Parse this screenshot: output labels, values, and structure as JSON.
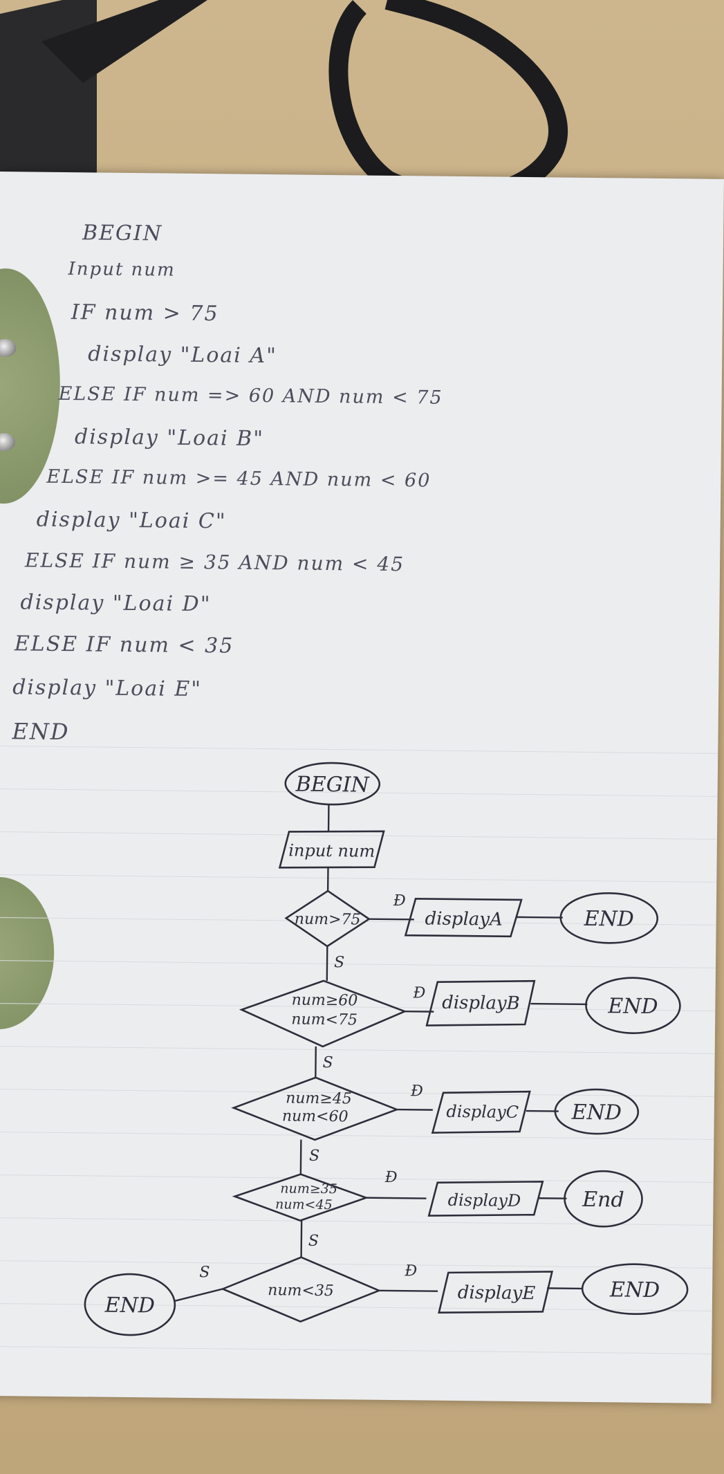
{
  "pseudocode": [
    "BEGIN",
    "Input   num",
    "IF num > 75",
    "display \"Loai A\"",
    "ELSE IF num => 60 AND num < 75",
    "display \"Loai B\"",
    "ELSE IF num >= 45 AND num < 60",
    "display \"Loai C\"",
    "ELSE IF num ≥ 35 AND num < 45",
    "display \"Loai D\"",
    "ELSE IF num < 35",
    "display \"Loai E\"",
    "END"
  ],
  "flowchart": {
    "begin": "BEGIN",
    "input": "input num",
    "decisions": [
      {
        "lines": [
          "num>75"
        ],
        "yes": "Đ",
        "no": "S",
        "display": "displayA",
        "end": "END"
      },
      {
        "lines": [
          "num≥60",
          "num<75"
        ],
        "yes": "Đ",
        "no": "S",
        "display": "displayB",
        "end": "END"
      },
      {
        "lines": [
          "num≥45",
          "num<60"
        ],
        "yes": "Đ",
        "no": "S",
        "display": "displayC",
        "end": "END"
      },
      {
        "lines": [
          "num≥35",
          "num<45"
        ],
        "yes": "Đ",
        "no": "S",
        "display": "displayD",
        "end": "End"
      },
      {
        "lines": [
          "num<35"
        ],
        "yes": "Đ",
        "no": "S",
        "display": "displayE",
        "end": "END"
      }
    ],
    "final_end": "END"
  },
  "colors": {
    "ink": "#2c2f3a",
    "pencil": "#4a4d5a",
    "paper": "#ecedef",
    "desk": "#c7ae84"
  }
}
